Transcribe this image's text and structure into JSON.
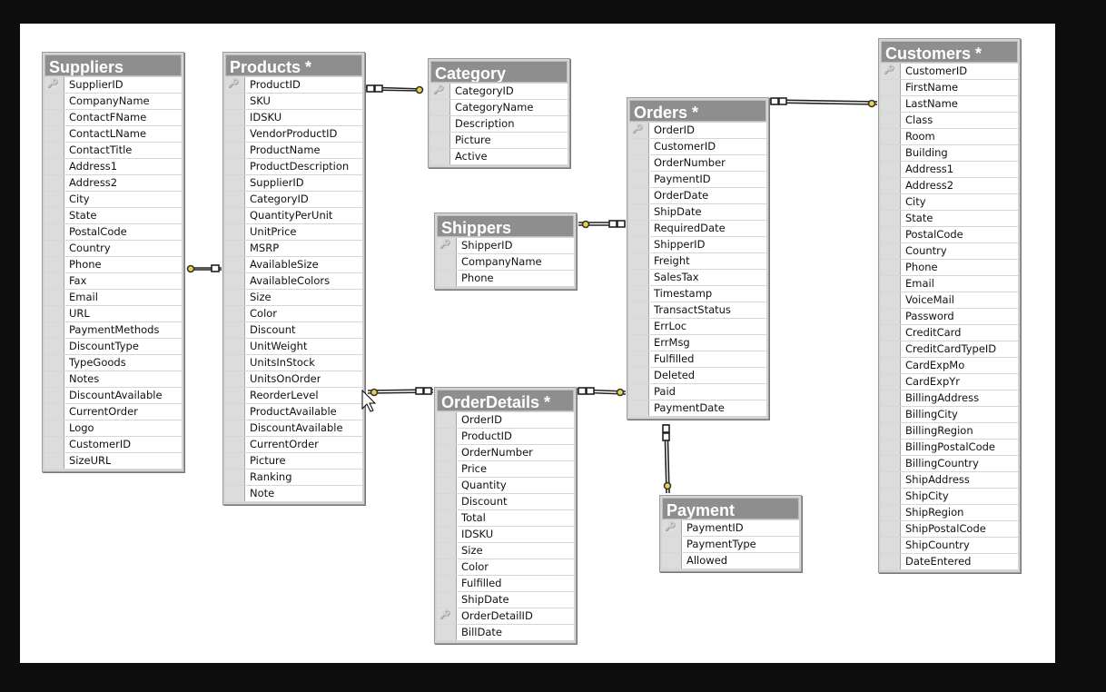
{
  "tables": {
    "suppliers": {
      "title": "Suppliers",
      "fields": [
        "SupplierID",
        "CompanyName",
        "ContactFName",
        "ContactLName",
        "ContactTitle",
        "Address1",
        "Address2",
        "City",
        "State",
        "PostalCode",
        "Country",
        "Phone",
        "Fax",
        "Email",
        "URL",
        "PaymentMethods",
        "DiscountType",
        "TypeGoods",
        "Notes",
        "DiscountAvailable",
        "CurrentOrder",
        "Logo",
        "CustomerID",
        "SizeURL"
      ],
      "keys": [
        "SupplierID"
      ]
    },
    "products": {
      "title": "Products *",
      "fields": [
        "ProductID",
        "SKU",
        "IDSKU",
        "VendorProductID",
        "ProductName",
        "ProductDescription",
        "SupplierID",
        "CategoryID",
        "QuantityPerUnit",
        "UnitPrice",
        "MSRP",
        "AvailableSize",
        "AvailableColors",
        "Size",
        "Color",
        "Discount",
        "UnitWeight",
        "UnitsInStock",
        "UnitsOnOrder",
        "ReorderLevel",
        "ProductAvailable",
        "DiscountAvailable",
        "CurrentOrder",
        "Picture",
        "Ranking",
        "Note"
      ],
      "keys": [
        "ProductID"
      ]
    },
    "category": {
      "title": "Category",
      "fields": [
        "CategoryID",
        "CategoryName",
        "Description",
        "Picture",
        "Active"
      ],
      "keys": [
        "CategoryID"
      ]
    },
    "shippers": {
      "title": "Shippers",
      "fields": [
        "ShipperID",
        "CompanyName",
        "Phone"
      ],
      "keys": [
        "ShipperID"
      ]
    },
    "orderdetails": {
      "title": "OrderDetails *",
      "fields": [
        "OrderID",
        "ProductID",
        "OrderNumber",
        "Price",
        "Quantity",
        "Discount",
        "Total",
        "IDSKU",
        "Size",
        "Color",
        "Fulfilled",
        "ShipDate",
        "OrderDetailID",
        "BillDate"
      ],
      "keys": [
        "OrderDetailID"
      ]
    },
    "orders": {
      "title": "Orders *",
      "fields": [
        "OrderID",
        "CustomerID",
        "OrderNumber",
        "PaymentID",
        "OrderDate",
        "ShipDate",
        "RequiredDate",
        "ShipperID",
        "Freight",
        "SalesTax",
        "Timestamp",
        "TransactStatus",
        "ErrLoc",
        "ErrMsg",
        "Fulfilled",
        "Deleted",
        "Paid",
        "PaymentDate"
      ],
      "keys": [
        "OrderID"
      ]
    },
    "payment": {
      "title": "Payment",
      "fields": [
        "PaymentID",
        "PaymentType",
        "Allowed"
      ],
      "keys": [
        "PaymentID"
      ]
    },
    "customers": {
      "title": "Customers *",
      "fields": [
        "CustomerID",
        "FirstName",
        "LastName",
        "Class",
        "Room",
        "Building",
        "Address1",
        "Address2",
        "City",
        "State",
        "PostalCode",
        "Country",
        "Phone",
        "Email",
        "VoiceMail",
        "Password",
        "CreditCard",
        "CreditCardTypeID",
        "CardExpMo",
        "CardExpYr",
        "BillingAddress",
        "BillingCity",
        "BillingRegion",
        "BillingPostalCode",
        "BillingCountry",
        "ShipAddress",
        "ShipCity",
        "ShipRegion",
        "ShipPostalCode",
        "ShipCountry",
        "DateEntered"
      ],
      "keys": [
        "CustomerID"
      ]
    }
  },
  "colors": {
    "titlebar": "#8e8e8e",
    "background": "#ffffff",
    "frame": "#0d0d0d",
    "key_end": "#e8d24a"
  }
}
